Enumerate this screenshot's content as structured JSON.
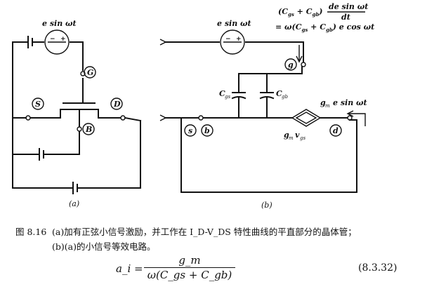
{
  "figure": {
    "panel_a_label": "(a)",
    "panel_b_label": "(b)",
    "source_a_label": "e sin ωt",
    "source_b_label": "e sin ωt",
    "terminals_a": {
      "gate": "G",
      "source": "S",
      "drain": "D",
      "body": "B"
    },
    "terminals_b": {
      "gate": "g",
      "source": "s",
      "body": "b",
      "drain": "d"
    },
    "cgs_label": "C",
    "cgs_sub": "gs",
    "cgb_label": "C",
    "cgb_sub": "gb",
    "gm_label": "g",
    "gm_sub": "m",
    "vgs_label": "v",
    "vgs_sub": "gs",
    "current_label": "g",
    "current_sub": "m",
    "current_tail": "e sin ωt",
    "annotation_line1_a": "(C",
    "annotation_line1_b": "gs",
    "annotation_line1_c": " + C",
    "annotation_line1_d": "gb",
    "annotation_line1_e": ")",
    "annotation_frac_num": "de sin ωt",
    "annotation_frac_den": "dt",
    "annotation_line2_a": "= ω(C",
    "annotation_line2_b": "gs",
    "annotation_line2_c": " + C",
    "annotation_line2_d": "gb",
    "annotation_line2_e": ") e cos ωt",
    "plus": "+",
    "minus": "−"
  },
  "caption": {
    "number": "图 8.16",
    "line1": "(a)加有正弦小信号激励，并工作在 I_D-V_DS 特性曲线的平直部分的晶体管；",
    "line2": "(b)(a)的小信号等效电路。"
  },
  "equation": {
    "lhs": "a_i =",
    "numerator": "g_m",
    "denominator": "ω(C_gs + C_gb)",
    "number": "(8.3.32)"
  }
}
